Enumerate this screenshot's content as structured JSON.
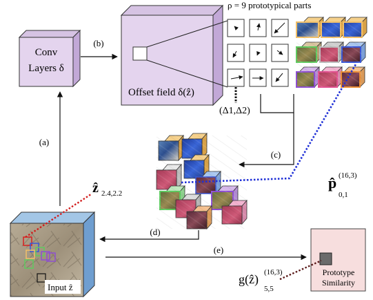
{
  "labels": {
    "conv_line1": "Conv",
    "conv_line2": "Layers δ",
    "offset_field": "Offset field δ(ẑ)",
    "prototypical_parts": "ρ = 9 prototypical parts",
    "delta": "(Δ1,Δ2)",
    "input": "Input ẑ",
    "prototype_similarity_line1": "Prototype",
    "prototype_similarity_line2": "Similarity",
    "z_hat": "ẑ",
    "z_sub": "2.4,2.2",
    "p_hat": "p̂",
    "p_sup": "(16,3)",
    "p_sub": "0,1",
    "g_text": "g(ẑ)",
    "g_sup": "(16,3)",
    "g_sub": "5,5"
  },
  "edge_labels": {
    "a": "(a)",
    "b": "(b)",
    "c": "(c)",
    "d": "(d)",
    "e": "(e)"
  },
  "colors": {
    "purple_face": "#e4d4ee",
    "purple_side": "#c9b1dc",
    "similarity_box": "#f7dede",
    "blue_dotted": "#1e2fd6",
    "red_dotted": "#d21d1d",
    "cube_yellow": "#f2c069",
    "cube_green": "#5fc95f",
    "cube_blue": "#3a57d6",
    "cube_pink": "#e0508f",
    "cube_purple": "#8e4fd1",
    "cube_orange": "#eb8e35",
    "cube_lightblue": "#8fb4e8",
    "cube_gray": "#bdbdbd"
  },
  "offset_arrow_icons": [
    "arrow-upleft",
    "arrow-up",
    "arrow-downleft",
    "arrow-downleft",
    "arrow-down",
    "arrow-downright",
    "arrow-right",
    "arrow-right",
    "arrow-downleft"
  ]
}
